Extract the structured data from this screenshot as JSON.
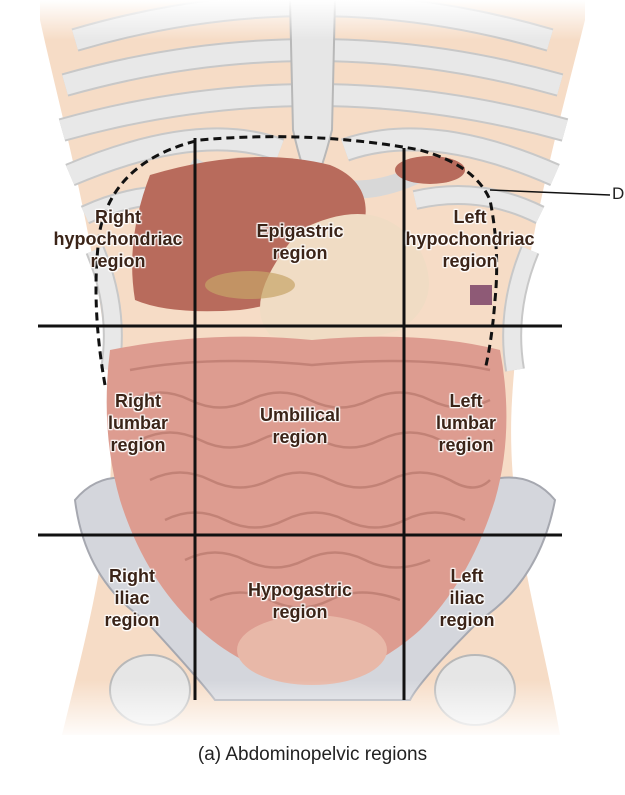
{
  "regions": {
    "right_hypochondriac": [
      "Right",
      "hypochondriac",
      "region"
    ],
    "epigastric": [
      "Epigastric",
      "region"
    ],
    "left_hypochondriac": [
      "Left",
      "hypochondriac",
      "region"
    ],
    "right_lumbar": [
      "Right",
      "lumbar",
      "region"
    ],
    "umbilical": [
      "Umbilical",
      "region"
    ],
    "left_lumbar": [
      "Left",
      "lumbar",
      "region"
    ],
    "right_iliac": [
      "Right",
      "iliac",
      "region"
    ],
    "hypogastric": [
      "Hypogastric",
      "region"
    ],
    "left_iliac": [
      "Left",
      "iliac",
      "region"
    ]
  },
  "diaphragm_label": "D",
  "caption": "(a) Abdominopelvic regions",
  "colors": {
    "skin": "#f6dcc6",
    "bone": "#e6e6e6",
    "bone_outline": "#b8b8b8",
    "organ": "#b86b5c",
    "intestine": "#d9958a",
    "pelvis": "#d4d6dc",
    "grid_line": "#111111"
  }
}
